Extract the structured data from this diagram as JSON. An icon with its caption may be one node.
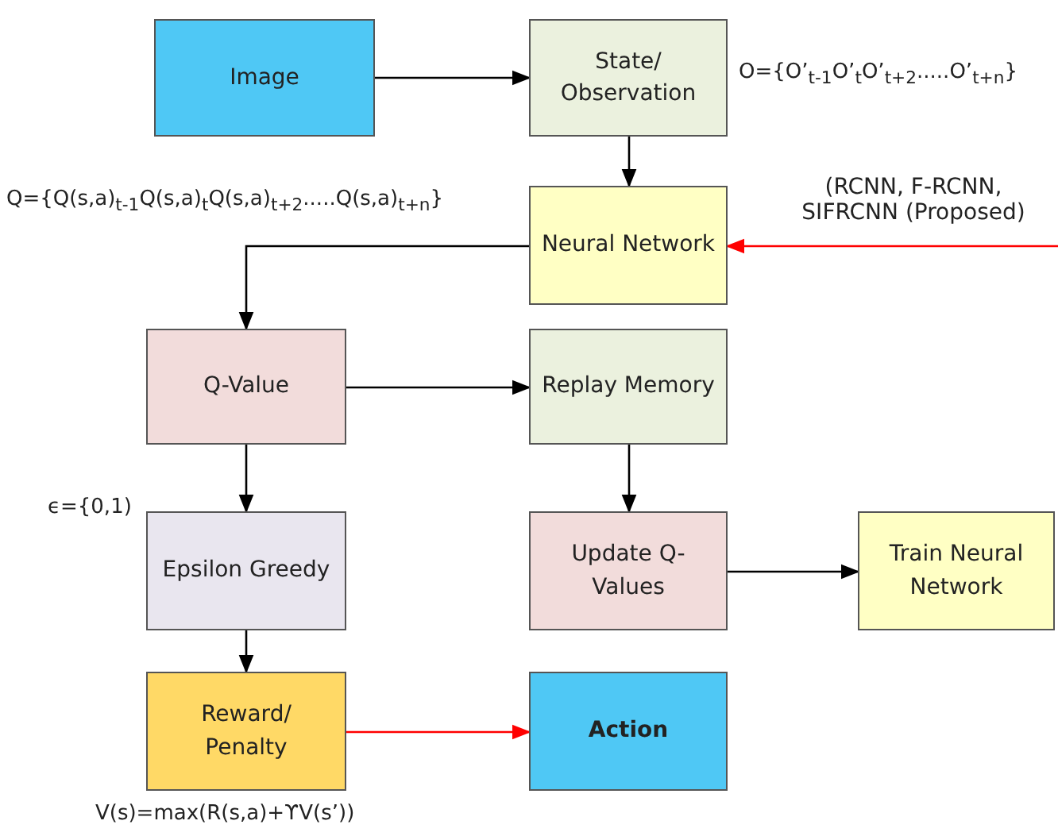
{
  "diagram": {
    "nodes": [
      {
        "text": [
          "Image"
        ]
      },
      {
        "text": [
          "State/ Observation"
        ],
        "beside": [
          "O={O’$_{t-1}$O’$_{t}$O’$_{t+2}$.....O’$_{t+n}$}"
        ]
      },
      {
        "text": [
          "Neural Network"
        ]
      },
      {
        "text": [
          "Q-Value"
        ]
      },
      {
        "text": [
          "Replay Memory"
        ]
      },
      {
        "text": [
          "Epsilon Greedy"
        ],
        "beside": [
          "ϵ={0,1)"
        ]
      },
      {
        "text": [
          "Update Q-Values"
        ]
      },
      {
        "text": [
          "Train Neural Network"
        ]
      },
      {
        "text": [
          "Reward/ Penalty"
        ],
        "beside": [
          "V(s)=max(R(s,a)+ϒV(s’))"
        ]
      },
      {
        "text": [
          "Action"
        ]
      }
    ],
    "edges": [
      {
        "from": 0,
        "to": 1,
        "arrow": "to"
      },
      {
        "from": 1,
        "to": 2,
        "arrow": "to"
      },
      {
        "from": null,
        "to": 2,
        "arrow": "to",
        "label": "(RCNN, F-RCNN, SIFRCNN (Proposed)",
        "color": "#ff0000"
      },
      {
        "from": 2,
        "to": 3,
        "arrow": "to"
      },
      {
        "from": 3,
        "to": 4,
        "arrow": "to"
      },
      {
        "from": 3,
        "to": 5,
        "arrow": "to"
      },
      {
        "from": 4,
        "to": 6,
        "arrow": "to"
      },
      {
        "from": 6,
        "to": 7,
        "arrow": "to"
      },
      {
        "from": 5,
        "to": 8,
        "arrow": "to"
      },
      {
        "from": 8,
        "to": 9,
        "arrow": "to",
        "color": "#ff0000"
      }
    ],
    "labels": [
      "Q={Q(s,a)$_{t-1}$Q(s,a)$_{t}$Q(s,a)$_{t+2}$.....Q(s,a)$_{t+n}$}"
    ]
  }
}
